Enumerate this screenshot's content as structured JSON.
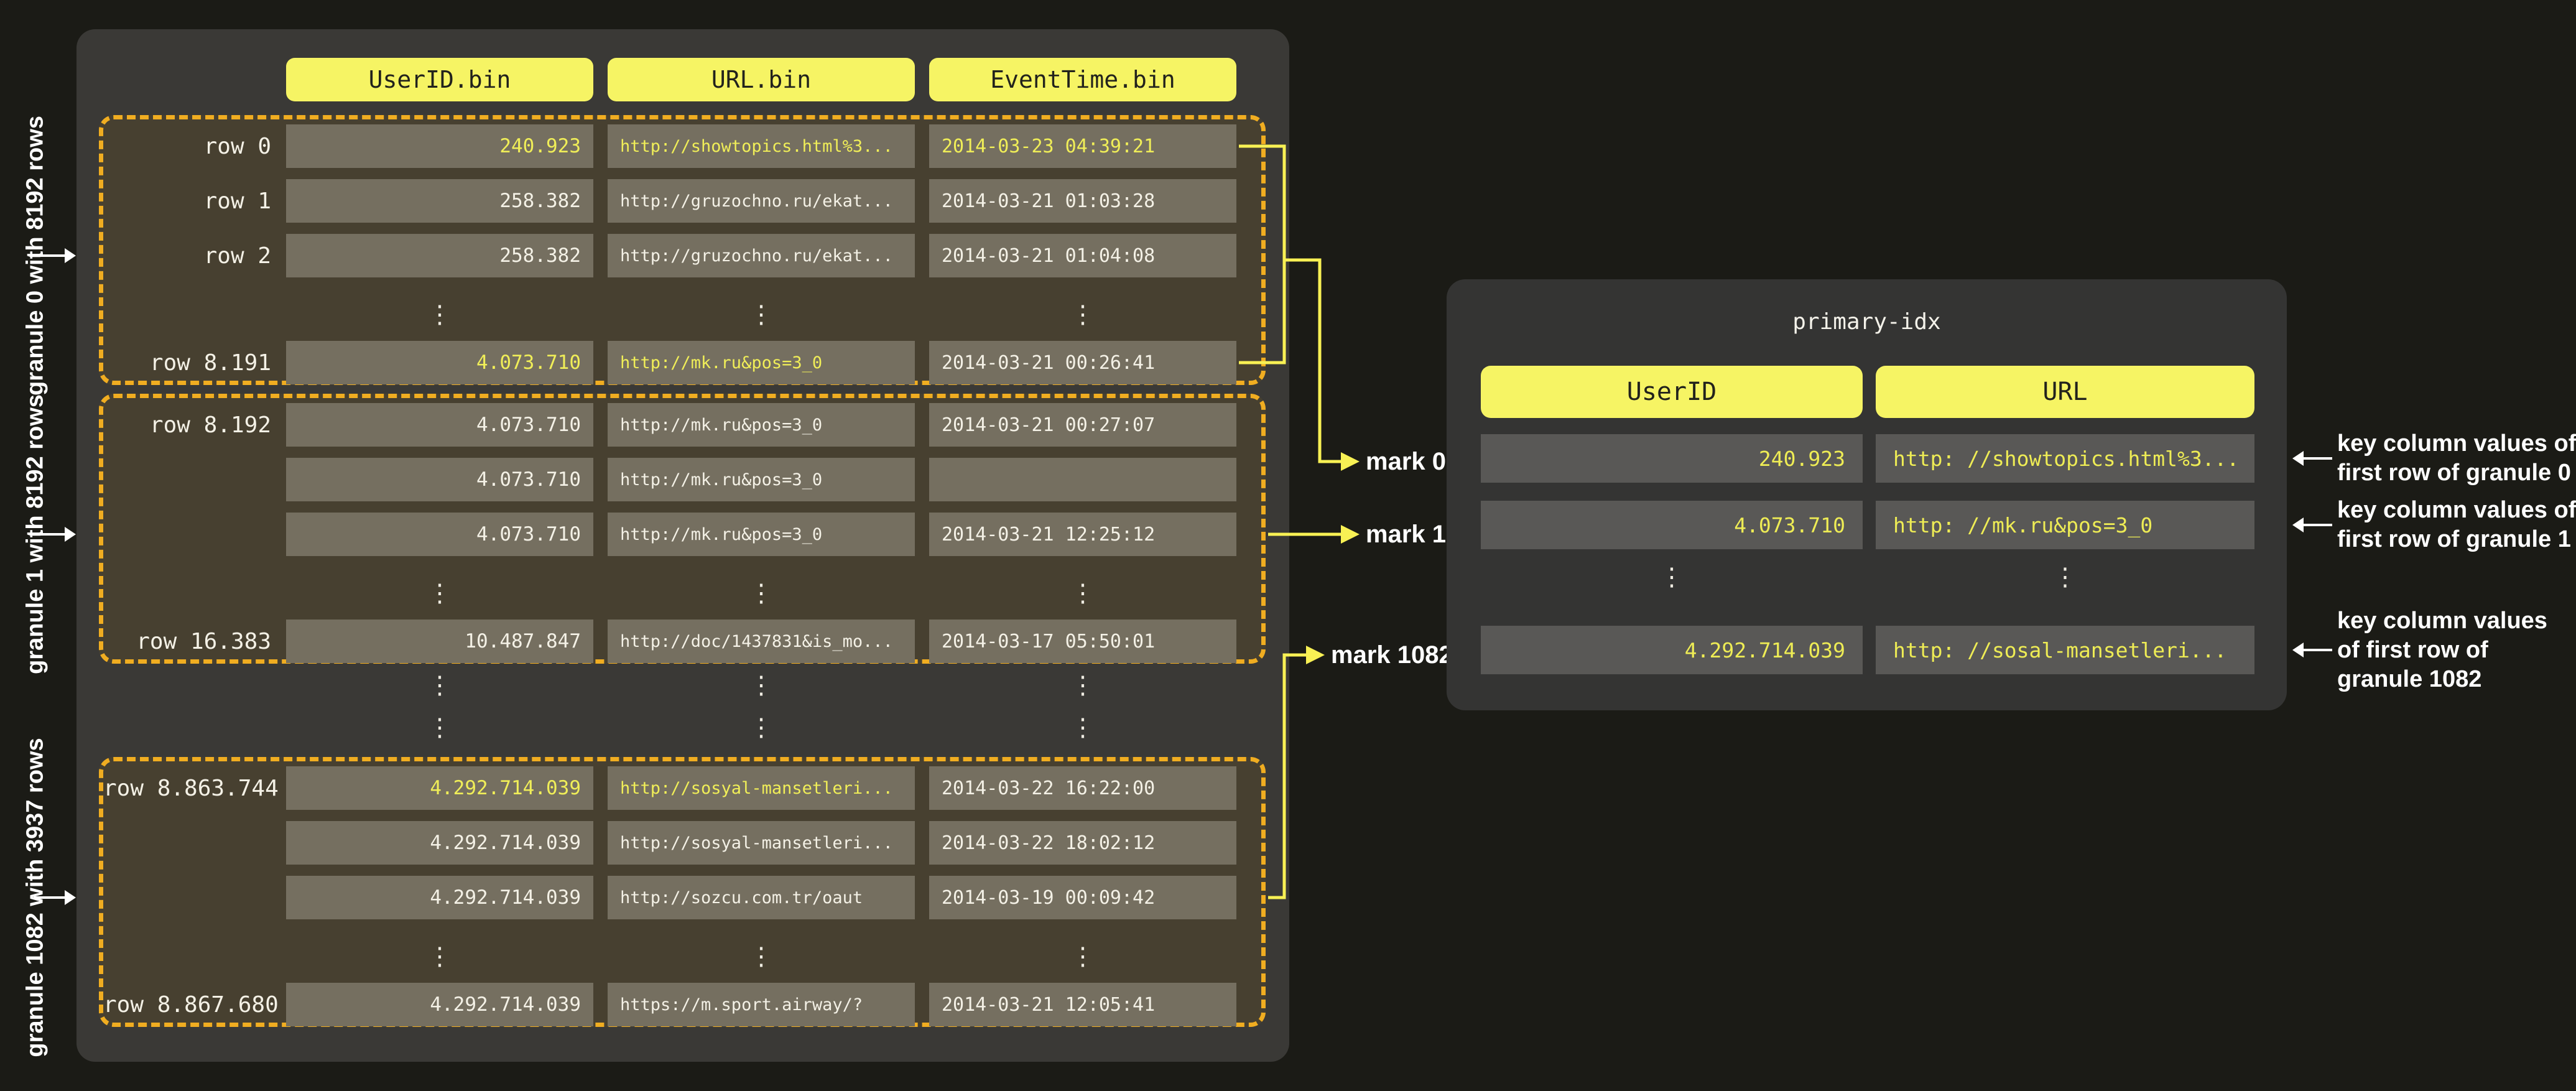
{
  "misc": {
    "vdots": "⋮"
  },
  "colors": {
    "background": "#1b1b16",
    "left_panel": "#3a3936",
    "right_panel": "#343433",
    "granule_fill": "#474030",
    "granule_dash_border": "#f0ad21",
    "cell": "#756f60",
    "index_cell": "#595856",
    "pill_yellow": "#f6f464",
    "highlight_text_yellow": "#f0ee58",
    "connector_yellow": "#f8f154",
    "text_white": "#f4f1e6"
  },
  "bin_table": {
    "column_headers": [
      "UserID.bin",
      "URL.bin",
      "EventTime.bin"
    ],
    "granules": [
      {
        "side_label": "granule 0 with 8192 rows",
        "mark_label": "mark 0",
        "rows": [
          {
            "label": "row 0",
            "user_id": "240.923",
            "url": "http://showtopics.html%3...",
            "time": "2014-03-23 04:39:21"
          },
          {
            "label": "row 1",
            "user_id": "258.382",
            "url": "http://gruzochno.ru/ekat...",
            "time": "2014-03-21 01:03:28"
          },
          {
            "label": "row 2",
            "user_id": "258.382",
            "url": "http://gruzochno.ru/ekat...",
            "time": "2014-03-21 01:04:08"
          },
          {
            "label": "row 8.191",
            "user_id": "4.073.710",
            "url": "http://mk.ru&pos=3_0",
            "time": "2014-03-21 00:26:41"
          }
        ]
      },
      {
        "side_label": "granule 1 with 8192 rows",
        "mark_label": "mark 1",
        "rows": [
          {
            "label": "row 8.192",
            "user_id": "4.073.710",
            "url": "http://mk.ru&pos=3_0",
            "time": "2014-03-21 00:27:07"
          },
          {
            "label": "",
            "user_id": "4.073.710",
            "url": "http://mk.ru&pos=3_0",
            "time": ""
          },
          {
            "label": "",
            "user_id": "4.073.710",
            "url": "http://mk.ru&pos=3_0",
            "time": "2014-03-21 12:25:12"
          },
          {
            "label": "row 16.383",
            "user_id": "10.487.847",
            "url": "http://doc/1437831&is_mo...",
            "time": "2014-03-17 05:50:01"
          }
        ]
      },
      {
        "side_label": "granule 1082 with 3937 rows",
        "mark_label": "mark 1082",
        "rows": [
          {
            "label": "row 8.863.744",
            "user_id": "4.292.714.039",
            "url": "http://sosyal-mansetleri...",
            "time": "2014-03-22 16:22:00"
          },
          {
            "label": "",
            "user_id": "4.292.714.039",
            "url": "http://sosyal-mansetleri...",
            "time": "2014-03-22 18:02:12"
          },
          {
            "label": "",
            "user_id": "4.292.714.039",
            "url": "http://sozcu.com.tr/oaut",
            "time": "2014-03-19 00:09:42"
          },
          {
            "label": "row 8.867.680",
            "user_id": "4.292.714.039",
            "url": "https://m.sport.airway/?",
            "time": "2014-03-21 12:05:41"
          }
        ]
      }
    ]
  },
  "primary_index": {
    "title": "primary-idx",
    "column_headers": [
      "UserID",
      "URL"
    ],
    "rows": [
      {
        "user_id": "240.923",
        "url": "http: //showtopics.html%3..."
      },
      {
        "user_id": "4.073.710",
        "url": "http: //mk.ru&pos=3_0"
      },
      {
        "user_id": "4.292.714.039",
        "url": "http: //sosal-mansetleri..."
      }
    ],
    "annotations": [
      {
        "lines": [
          "key column values of",
          "first row of granule 0"
        ]
      },
      {
        "lines": [
          "key column values of",
          "first row of granule 1"
        ]
      },
      {
        "lines": [
          "key column values",
          "of first row of",
          "granule 1082"
        ]
      }
    ]
  }
}
